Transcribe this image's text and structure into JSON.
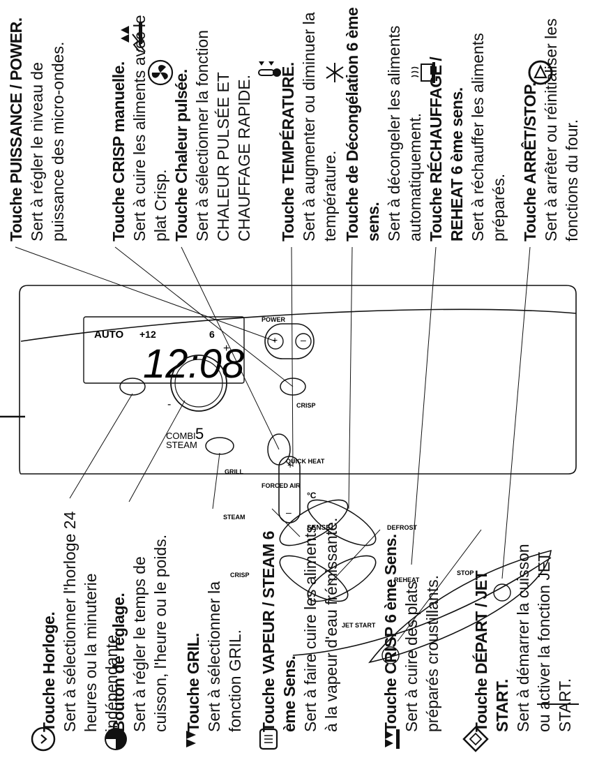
{
  "right_column": [
    {
      "title": "Touche PUISSANCE / POWER.",
      "desc": "Sert à régler le niveau de puissance des micro-ondes.",
      "icon": "power-wave-icon"
    },
    {
      "title": "Touche CRISP manuelle.",
      "desc": "Sert à cuire les aliments avec le plat Crisp.",
      "icon": "crisp-icon"
    },
    {
      "title": "Touche Chaleur pulsée.",
      "desc": "Sert à sélectionner la fonction CHALEUR PULSÉE ET CHAUFFAGE RAPIDE.",
      "icon": "fan-icon"
    },
    {
      "title": "Touche TEMPÉRATURE.",
      "desc": "Sert à augmenter ou diminuer la température.",
      "icon": "thermometer-icon"
    },
    {
      "title": "Touche de Décongélation 6 ème sens.",
      "desc": "Sert à décongeler les aliments automatiquement.",
      "icon": "snowflake-icon"
    },
    {
      "title": "Touche RÉCHAUFFAGE / REHEAT 6 ème sens.",
      "desc": "Sert à réchauffer les aliments préparés.",
      "icon": "reheat-icon"
    },
    {
      "title": "Touche ARRÊT/STOP.",
      "desc": "Sert à arrêter ou réinitialiser les fonctions du four.",
      "icon": "stop-icon"
    }
  ],
  "left_column": [
    {
      "title": "Touche Horloge.",
      "desc": "Sert à sélectionner l'horloge 24 heures ou la minuterie indépendante.",
      "icon": "clock-icon"
    },
    {
      "title": "Bouton de réglage.",
      "desc": "Sert à régler le temps de cuisson, l'heure ou le poids.",
      "icon": "dial-icon"
    },
    {
      "title": "Touche GRIL.",
      "desc": "Sert à sélectionner la fonction GRIL.",
      "icon": "grill-icon"
    },
    {
      "title": "Touche VAPEUR / STEAM 6 ème Sens.",
      "desc": "Sert à faire cuire les aliments à la vapeur d'eau frémissante.",
      "icon": "steam-icon"
    },
    {
      "title": "Touche CRISP 6 ème Sens.",
      "desc": "Sert à cuire des plats préparés croustillants.",
      "icon": "crisp-icon"
    },
    {
      "title": "Touche DÉPART / JET START.",
      "desc": "Sert à démarrer la cuisson ou activer la fonction JET START.",
      "icon": "start-icon"
    }
  ],
  "panel": {
    "display_auto": "AUTO",
    "display_plus12": "+12",
    "display_time": "12:08",
    "display_six": "6",
    "brand_line1": "COMBI",
    "brand_line2": "STEAM",
    "brand_num": "5",
    "power": "POWER",
    "crisp": "CRISP",
    "grill": "GRILL",
    "forced_air": "FORCED AIR",
    "quick_heat": "QUICK HEAT",
    "deg_c": "°C",
    "sense": "SENSE",
    "steam": "STEAM",
    "crisp2": "CRISP",
    "defrost": "DEFROST",
    "reheat": "REHEAT",
    "jet_start": "JET START",
    "stop": "STOP",
    "plus": "+",
    "minus": "–",
    "dial_minus": "-"
  }
}
